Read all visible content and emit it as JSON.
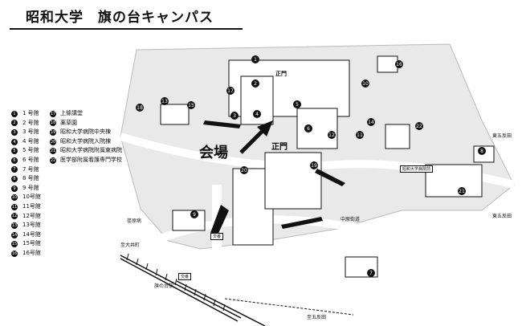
{
  "title": "昭和大学　旗の台キャンパス",
  "venue_label": "会場",
  "main_gate_label": "正門",
  "legend_left": [
    {
      "n": "1",
      "label": "1 号館"
    },
    {
      "n": "2",
      "label": "2 号館"
    },
    {
      "n": "3",
      "label": "3 号館"
    },
    {
      "n": "4",
      "label": "4 号館"
    },
    {
      "n": "5",
      "label": "5 号館"
    },
    {
      "n": "6",
      "label": "6 号館"
    },
    {
      "n": "7",
      "label": "7 号館"
    },
    {
      "n": "8",
      "label": "8 号館"
    },
    {
      "n": "9",
      "label": "9 号館"
    },
    {
      "n": "10",
      "label": "10号館"
    },
    {
      "n": "11",
      "label": "11号館"
    },
    {
      "n": "12",
      "label": "12号館"
    },
    {
      "n": "13",
      "label": "13号館"
    },
    {
      "n": "14",
      "label": "14号館"
    },
    {
      "n": "15",
      "label": "15号館"
    },
    {
      "n": "16",
      "label": "16号館"
    }
  ],
  "legend_right": [
    {
      "n": "17",
      "label": "上條講堂"
    },
    {
      "n": "18",
      "label": "薬草園"
    },
    {
      "n": "19",
      "label": "昭和大学病院中央棟"
    },
    {
      "n": "20",
      "label": "昭和大学病院入院棟"
    },
    {
      "n": "21",
      "label": "昭和大学病院附属東病院"
    },
    {
      "n": "22",
      "label": "医学部附属看護専門学校"
    }
  ],
  "map_labels": {
    "hospital_sign": "昭和大学病院前",
    "hatanodai_station": "旗の台駅",
    "koban": "交番",
    "nakaen_street": "中原街道",
    "east": "東五反田",
    "east2": "東五反田",
    "road_a": "荏原病",
    "road_b": "至五反田",
    "road_c": "至大井町"
  }
}
